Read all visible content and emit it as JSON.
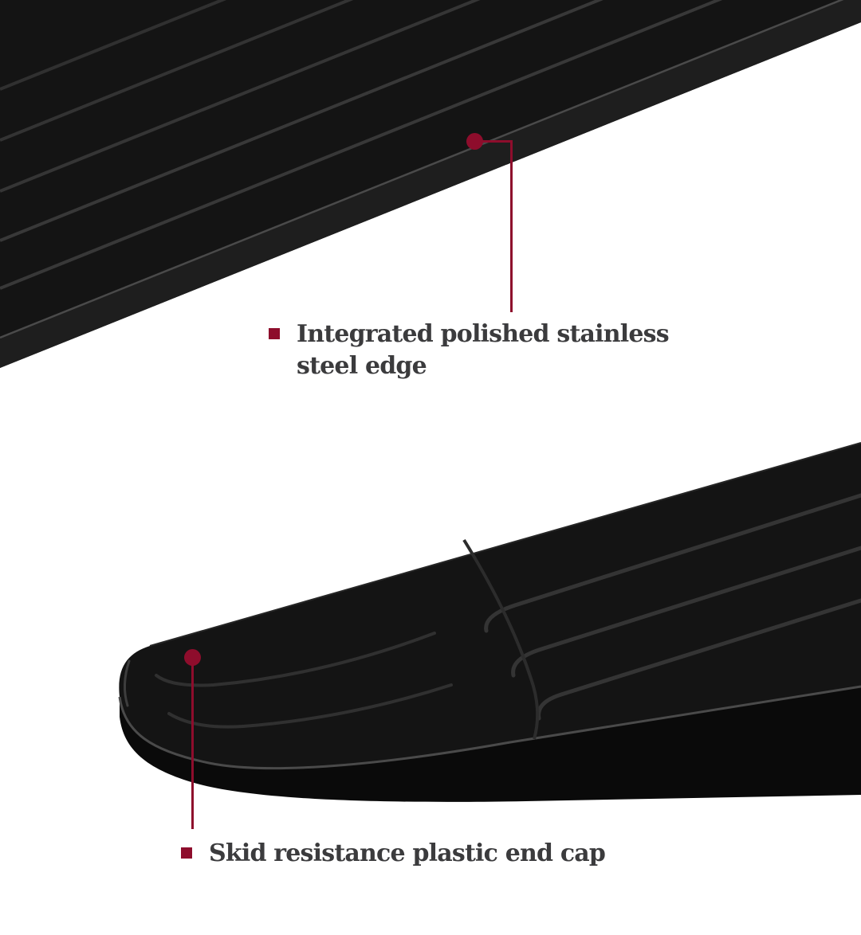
{
  "page": {
    "background": "#ffffff"
  },
  "colors": {
    "accent_red": "#8E0D2C",
    "label_text": "#3B3B3D",
    "board_black": "#141414",
    "board_side_black": "#0A0A0A",
    "groove_gray": "#383838"
  },
  "figures": {
    "top": {
      "name": "running-board-stainless-edge-closeup"
    },
    "bottom": {
      "name": "running-board-end-cap-closeup"
    }
  },
  "callouts": {
    "stainless_edge": {
      "line1": "Integrated polished stainless",
      "line2": "steel edge"
    },
    "end_cap": {
      "line1": "Skid resistance plastic end cap"
    }
  }
}
